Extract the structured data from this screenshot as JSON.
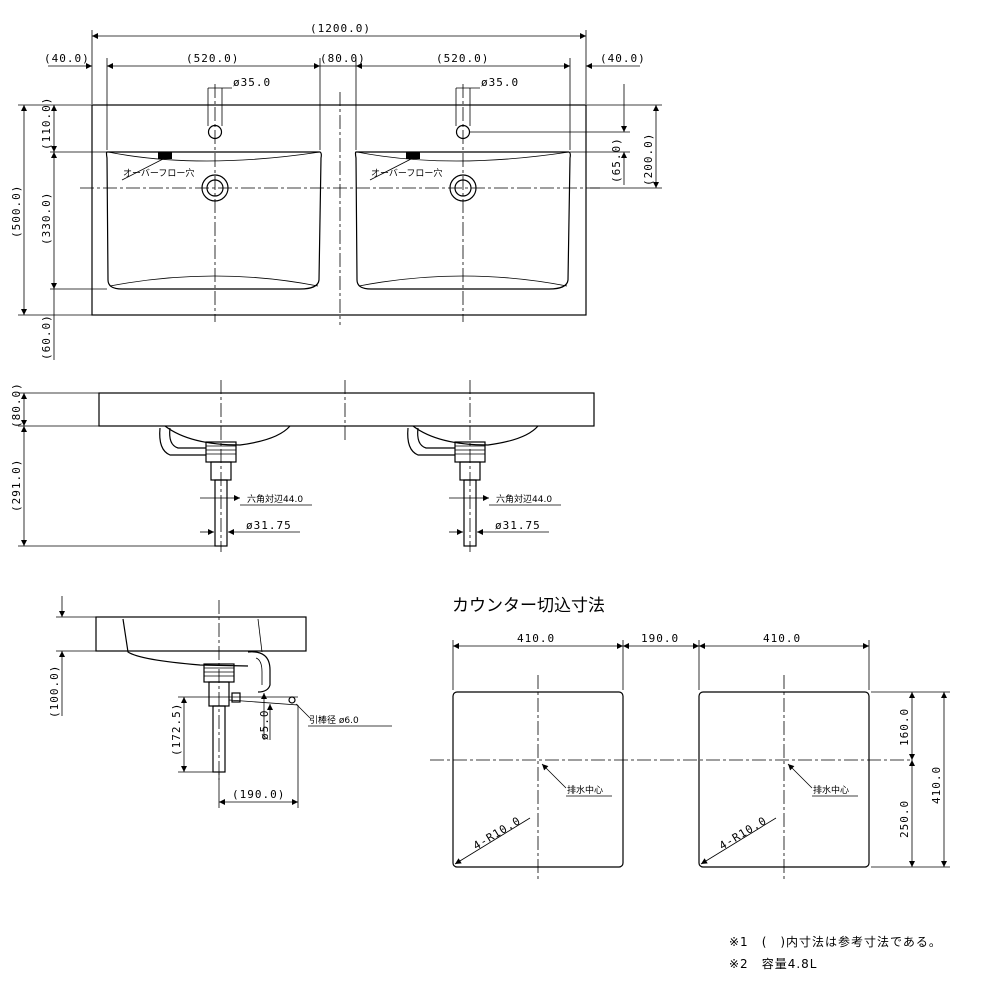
{
  "top_view": {
    "total_width": "(1200.0)",
    "side_left": "(40.0)",
    "basin_left": "(520.0)",
    "center_gap": "(80.0)",
    "basin_right": "(520.0)",
    "side_right": "(40.0)",
    "hole_left": "ø35.0",
    "hole_right": "ø35.0",
    "depth_total": "(500.0)",
    "rear_margin": "(110.0)",
    "bowl_depth": "(330.0)",
    "front_margin": "(60.0)",
    "hole_to_bowl": "(65.0)",
    "hole_to_drain": "(200.0)",
    "overflow_left": "オーバーフロー穴",
    "overflow_right": "オーバーフロー穴"
  },
  "front_view": {
    "thickness": "(80.0)",
    "drop": "(291.0)",
    "hex_left": "六角対辺44.0",
    "pipe_left": "ø31.75",
    "hex_right": "六角対辺44.0",
    "pipe_right": "ø31.75"
  },
  "side_view": {
    "height": "(100.0)",
    "pipe_len": "(172.5)",
    "rod_dia": "ø5.0",
    "pull_rod": "引棒径 ø6.0",
    "offset": "(190.0)"
  },
  "cutout": {
    "title": "カウンター切込寸法",
    "width_left": "410.0",
    "gap": "190.0",
    "width_right": "410.0",
    "top_part": "160.0",
    "bottom_part": "250.0",
    "height": "410.0",
    "radius_left": "4-R10.0",
    "radius_right": "4-R10.0",
    "drain_left": "排水中心",
    "drain_right": "排水中心"
  },
  "notes": {
    "note1": "※1　(　)内寸法は参考寸法である。",
    "note2": "※2　容量4.8L"
  }
}
